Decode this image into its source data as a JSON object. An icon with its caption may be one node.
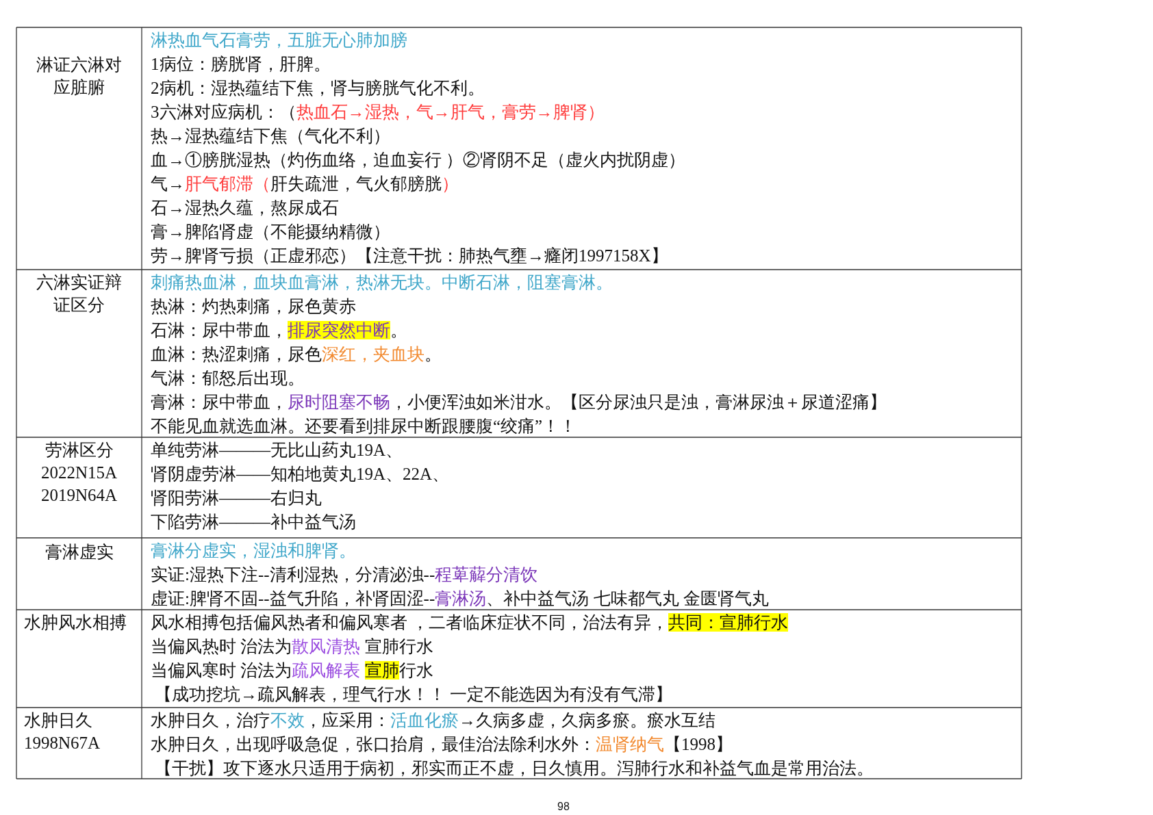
{
  "diagram": {
    "labels": [
      "淋证六淋对应脏腑",
      "淋热血气石膏劳，五脏无心肺加膀",
      "1病位：膀胱肾，肝脾。",
      "2病机：湿热蕴结下焦，肾与膀胱气化不利。",
      "3六淋对应病机：（热血石→湿热，气→肝气，膏劳→脾肾）",
      "热→湿热蕴结下焦（气化不利）",
      "血→①膀胱湿热（灼伤血络，迫血妄行 ）②肾阴不足（虚火内扰阴虚）",
      "气→肝气郁滞（肝失疏泄，气火郁膀胱）",
      "石→湿热久蕴，熬尿成石",
      "膏→脾陷肾虚（不能摄纳精微）",
      "劳→脾肾亏损（正虚邪恋）【注意干扰：肺热气壅→癃闭1997158X】",
      "六淋实证辩证区分",
      "刺痛热血淋，血块血膏淋，热淋无块。中断石淋，阻塞膏淋。",
      "热淋：灼热刺痛，尿色黄赤",
      "石淋：尿中带血，排尿突然中断。",
      "血淋：热涩刺痛，尿色深红，夹血块。",
      "气淋：郁怒后出现。",
      "膏淋：尿中带血，尿时阻塞不畅，小便浑浊如米泔水。【区分尿浊只是浊，膏淋尿浊＋尿道涩痛】",
      "不能见血就选血淋。还要看到排尿中断跟腰腹“绞痛”！！",
      "劳淋区分",
      "2022N15A",
      "2019N64A",
      "单纯劳淋———无比山药丸19A、",
      "肾阴虚劳淋——知柏地黄丸19A、22A、",
      "肾阳劳淋———右归丸",
      "下陷劳淋———补中益气汤",
      "膏淋虚实",
      "膏淋分虚实，湿浊和脾肾。",
      "实证:湿热下注--清利湿热，分清泌浊--程萆薢分清饮",
      "虚证:脾肾不固--益气升陷，补肾固涩--膏淋汤、补中益气汤 七味都气丸 金匮肾气丸",
      "水肿风水相搏",
      "风水相搏包括偏风热者和偏风寒者 ，二者临床症状不同，治法有异，共同：宣肺行水",
      "当偏风热时 治法为散风清热 宣肺行水",
      "当偏风寒时 治法为疏风解表 宣肺行水",
      "【成功挖坑→疏风解表，理气行水！！ 一定不能选因为有没有气滞】",
      "水肿日久",
      "1998N67A",
      "水肿日久，治疗不效，应采用：活血化瘀→久病多虚，久病多瘀。瘀水互结",
      "水肿日久，出现呼吸急促，张口抬肩，最佳治法除利水外：温肾纳气【1998】",
      "【干扰】攻下逐水只适用于病初，邪实而正不虚，日久慎用。泻肺行水和补益气血是常用治法。",
      "98"
    ]
  }
}
